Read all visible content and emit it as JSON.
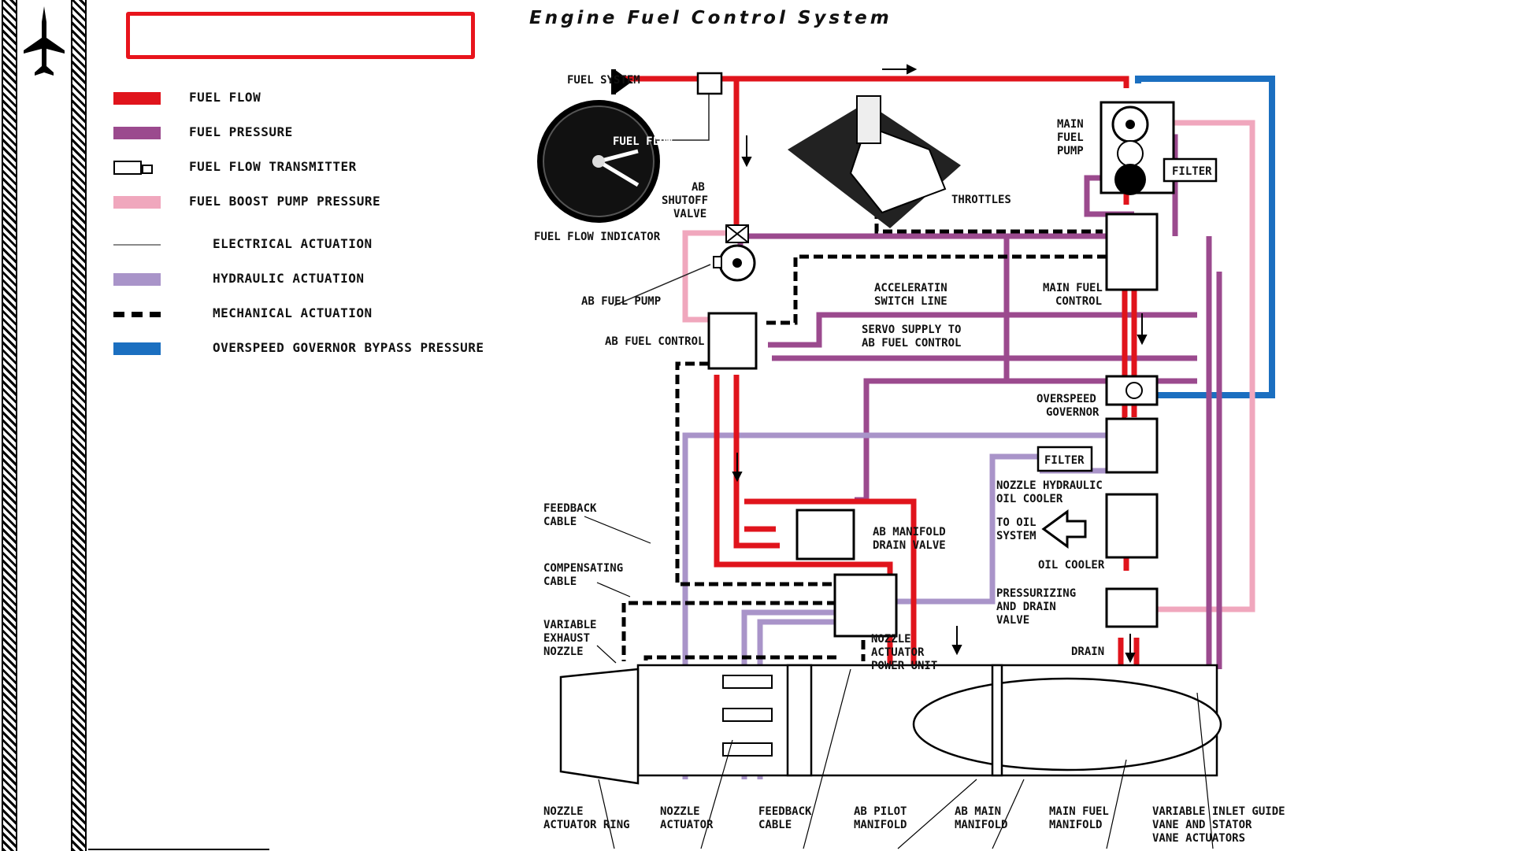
{
  "title_box": {
    "text": ""
  },
  "diagram_title": "Engine Fuel Control System",
  "legend": [
    {
      "label": "FUEL FLOW",
      "kind": "solid",
      "color": "#e0141c"
    },
    {
      "label": "FUEL PRESSURE",
      "kind": "solid",
      "color": "#9b4a8e"
    },
    {
      "label": "FUEL FLOW TRANSMITTER",
      "kind": "transmitter",
      "color": "#000000"
    },
    {
      "label": "FUEL BOOST PUMP PRESSURE",
      "kind": "solid",
      "color": "#f0a7bd"
    },
    {
      "label": "ELECTRICAL ACTUATION",
      "kind": "thin",
      "color": "#8a8a8a"
    },
    {
      "label": "HYDRAULIC ACTUATION",
      "kind": "solid",
      "color": "#a994c9"
    },
    {
      "label": "MECHANICAL ACTUATION",
      "kind": "dash",
      "color": "#000000"
    },
    {
      "label": "OVERSPEED GOVERNOR BYPASS PRESSURE",
      "kind": "solid",
      "color": "#1b6fc0"
    }
  ],
  "labels": {
    "fuel_system": "FUEL SYSTEM",
    "fuel_flow_indicator": "FUEL FLOW INDICATOR",
    "gauge_text": "FUEL FLOW",
    "ab_shutoff_1": "AB",
    "ab_shutoff_2": "SHUTOFF",
    "ab_shutoff_3": "VALVE",
    "throttles": "THROTTLES",
    "main_fuel_pump_1": "MAIN",
    "main_fuel_pump_2": "FUEL",
    "main_fuel_pump_3": "PUMP",
    "filter_top": "FILTER",
    "ab_fuel_pump": "AB FUEL PUMP",
    "accel_switch_1": "ACCELERATIN",
    "accel_switch_2": "SWITCH LINE",
    "main_fuel_control_1": "MAIN FUEL",
    "main_fuel_control_2": "CONTROL",
    "ab_fuel_control": "AB FUEL CONTROL",
    "servo_supply_1": "SERVO SUPPLY TO",
    "servo_supply_2": "AB FUEL CONTROL",
    "overspeed_1": "OVERSPEED",
    "overspeed_2": "GOVERNOR",
    "filter_mid": "FILTER",
    "nozzle_hyd_1": "NOZZLE HYDRAULIC",
    "nozzle_hyd_2": "OIL COOLER",
    "to_oil_1": "TO OIL",
    "to_oil_2": "SYSTEM",
    "oil_cooler": "OIL COOLER",
    "feedback_cable_1": "FEEDBACK",
    "feedback_cable_2": "CABLE",
    "ab_manifold_drain_1": "AB MANIFOLD",
    "ab_manifold_drain_2": "DRAIN VALVE",
    "compensating_1": "COMPENSATING",
    "compensating_2": "CABLE",
    "press_drain_1": "PRESSURIZING",
    "press_drain_2": "AND DRAIN",
    "press_drain_3": "VALVE",
    "variable_exhaust_1": "VARIABLE",
    "variable_exhaust_2": "EXHAUST",
    "variable_exhaust_3": "NOZZLE",
    "nozzle_apu_1": "NOZZLE",
    "nozzle_apu_2": "ACTUATOR",
    "nozzle_apu_3": "POWER UNIT",
    "drain": "DRAIN",
    "nozzle_ring_1": "NOZZLE",
    "nozzle_ring_2": "ACTUATOR RING",
    "nozzle_actuator_1": "NOZZLE",
    "nozzle_actuator_2": "ACTUATOR",
    "feedback_bottom_1": "FEEDBACK",
    "feedback_bottom_2": "CABLE",
    "ab_pilot_1": "AB PILOT",
    "ab_pilot_2": "MANIFOLD",
    "ab_main_1": "AB MAIN",
    "ab_main_2": "MANIFOLD",
    "main_fuel_manifold_1": "MAIN FUEL",
    "main_fuel_manifold_2": "MANIFOLD",
    "vigv_1": "VARIABLE INLET GUIDE",
    "vigv_2": "VANE AND STATOR",
    "vigv_3": "VANE ACTUATORS"
  },
  "icons": {
    "sidebar": "jet-icon"
  },
  "colors": {
    "fuel_flow": "#e0141c",
    "fuel_pressure": "#9b4a8e",
    "boost": "#f0a7bd",
    "hydraulic": "#a994c9",
    "bypass": "#1b6fc0",
    "frame_red": "#e8141c"
  }
}
